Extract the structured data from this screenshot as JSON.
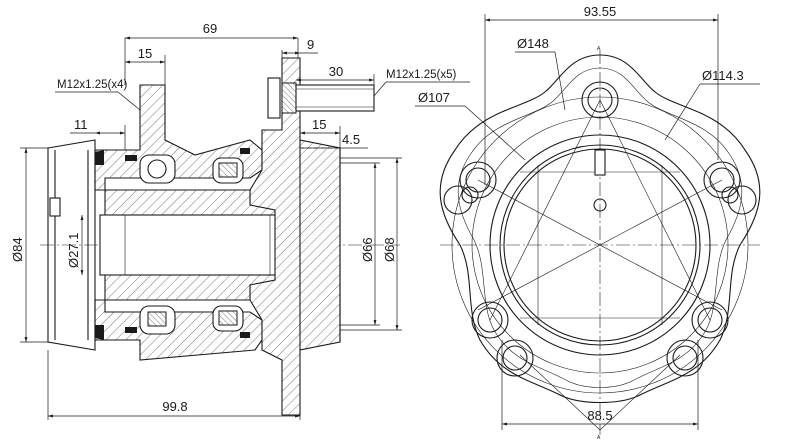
{
  "dimensions": {
    "overall_length": "69",
    "flange_offset": "15",
    "flange_thickness": "9",
    "stud_length": "30",
    "stud_thread_hub": "M12x1.25(x5)",
    "stud_thread_rear": "M12x1.25(x4)",
    "rear_step": "11",
    "pilot_depth": "15",
    "pilot_lip": "4.5",
    "outer_diameter": "Ø84",
    "bore_diameter": "Ø27.1",
    "pilot_diameter_a": "Ø66",
    "pilot_diameter_b": "Ø68",
    "total_length": "99.8"
  },
  "front_view": {
    "flange_width": "93.55",
    "flange_diameter": "Ø148",
    "bolt_circle": "Ø114.3",
    "pilot_diameter": "Ø107",
    "stud_span": "88.5",
    "section_marker": "A"
  }
}
